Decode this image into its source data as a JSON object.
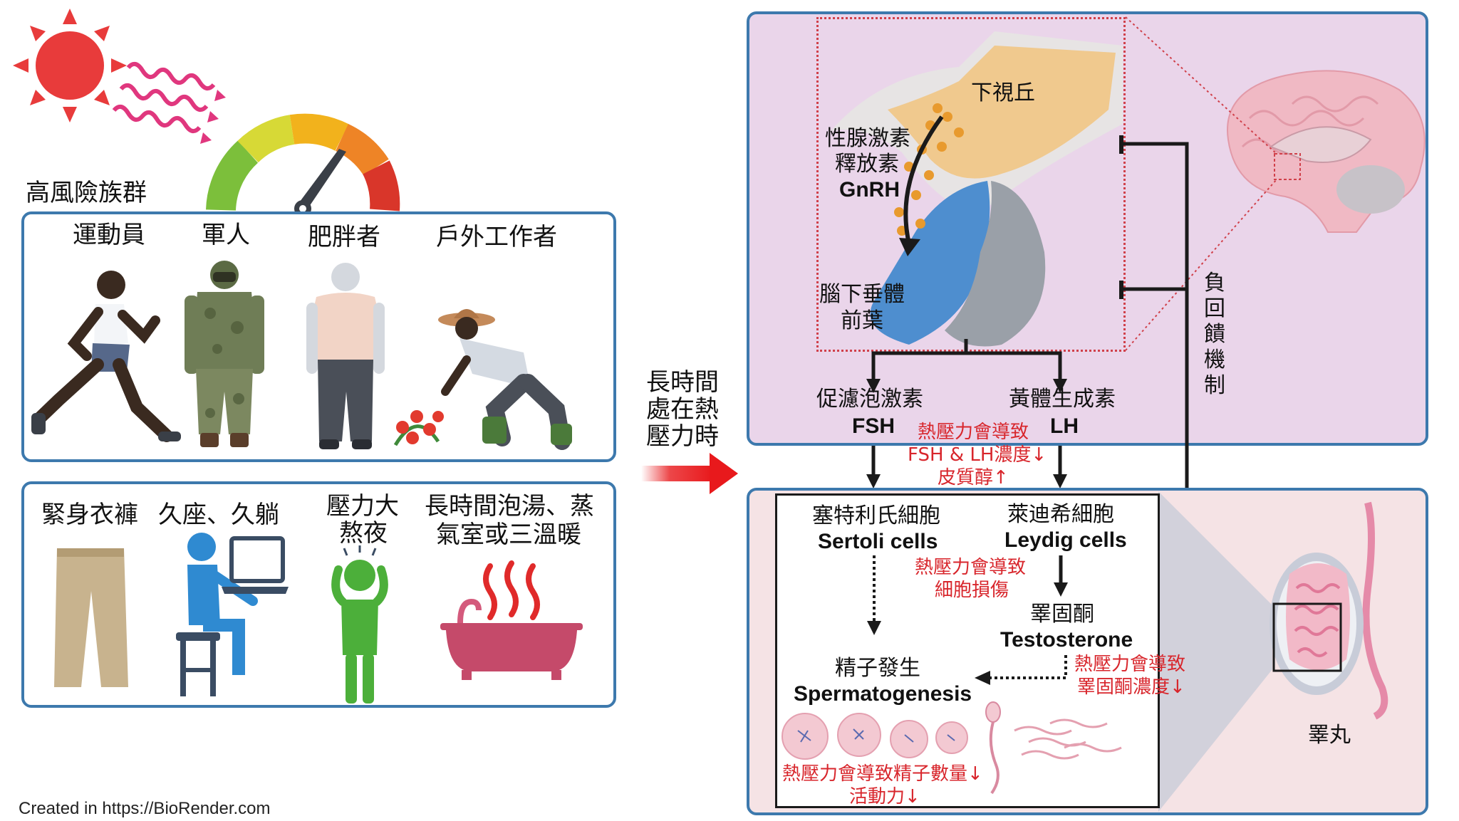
{
  "risk_group": {
    "title": "高風險族群",
    "occupations": [
      "運動員",
      "軍人",
      "肥胖者",
      "戶外工作者"
    ],
    "behaviors": {
      "tight_clothes": "緊身衣褲",
      "sitting": "久座、久躺",
      "stress_line1": "壓力大",
      "stress_line2": "熬夜",
      "bath_line1": "長時間泡湯、蒸",
      "bath_line2": "氣室或三溫暖"
    }
  },
  "arrow_label": [
    "長時間",
    "處在熱",
    "壓力時"
  ],
  "brain": {
    "hypothalamus": "下視丘",
    "gnrh_line1": "性腺激素",
    "gnrh_line2": "釋放素",
    "gnrh_abbr": "GnRH",
    "pituitary_line1": "腦下垂體",
    "pituitary_line2": "前葉",
    "fsh_name": "促濾泡激素",
    "fsh_abbr": "FSH",
    "lh_name": "黃體生成素",
    "lh_abbr": "LH",
    "negative_feedback": "負回饋機制"
  },
  "heat_effects": {
    "hormones_line1": "熱壓力會導致",
    "hormones_line2": "FSH & LH濃度↓",
    "hormones_line3": "皮質醇↑",
    "cells_line1": "熱壓力會導致",
    "cells_line2": "細胞損傷",
    "testosterone_line1": "熱壓力會導致",
    "testosterone_line2": "睪固酮濃度↓",
    "sperm_line1": "熱壓力會導致精子數量↓",
    "sperm_line2": "活動力↓"
  },
  "testis": {
    "sertoli_name": "塞特利氏細胞",
    "sertoli_en": "Sertoli cells",
    "leydig_name": "萊迪希細胞",
    "leydig_en": "Leydig cells",
    "testosterone_name": "睪固酮",
    "testosterone_en": "Testosterone",
    "spermatogenesis_name": "精子發生",
    "spermatogenesis_en": "Spermatogenesis",
    "organ_label": "睪丸"
  },
  "credit": "Created in https://BioRender.com",
  "colors": {
    "box_border": "#3d79ad",
    "brain_panel_bg": "#ead5ea",
    "testis_panel_bg": "#f5e3e5",
    "heat_red": "#d8262c",
    "arrow_red": "#e8191c"
  }
}
